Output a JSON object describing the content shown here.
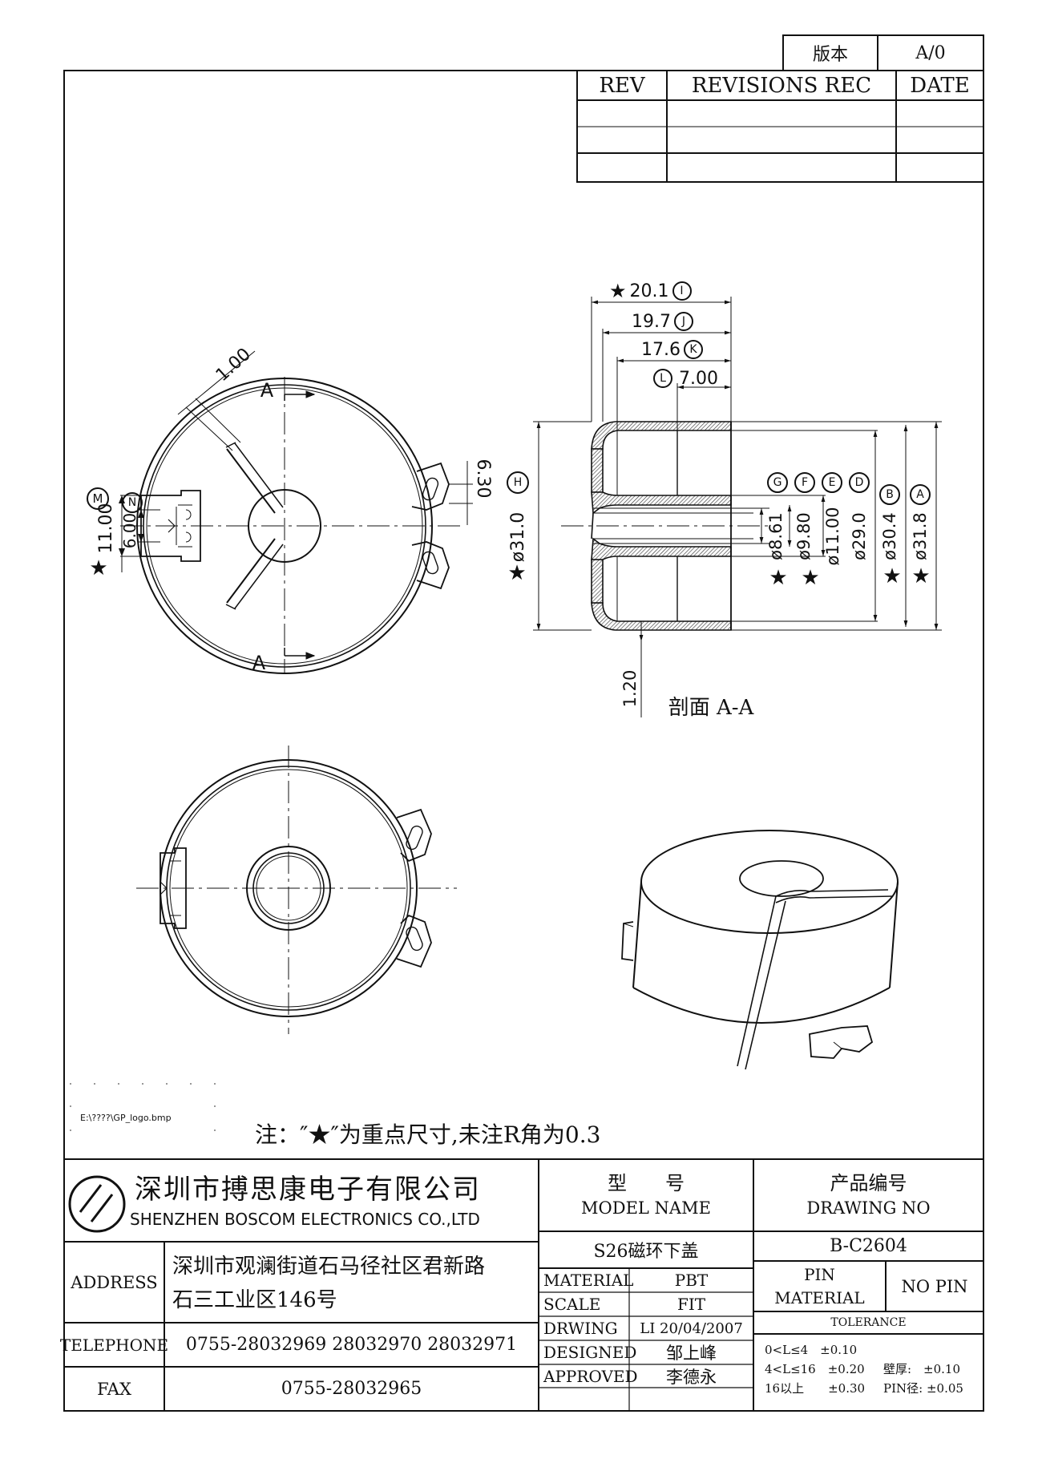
{
  "version_box": {
    "label": "版本",
    "value": "A/0"
  },
  "revision_table": {
    "headers": [
      "REV",
      "REVISIONS REC",
      "DATE"
    ],
    "rows": [
      [
        "",
        "",
        ""
      ],
      [
        "",
        "",
        ""
      ]
    ]
  },
  "top_view": {
    "section_mark_top": "A",
    "section_mark_bottom": "A",
    "dim_wall": "1.00",
    "dim_tab": "6.30",
    "dim_M_value": "11.00",
    "dim_N_value": "6.00",
    "label_M": "M",
    "label_N": "N"
  },
  "section_view": {
    "dim_I": "20.1",
    "label_I": "I",
    "dim_J": "19.7",
    "label_J": "J",
    "dim_K": "17.6",
    "label_K": "K",
    "dim_L": "7.00",
    "label_L": "L",
    "dim_H": "ø31.0",
    "label_H": "H",
    "dim_G": "ø8.61",
    "label_G": "G",
    "dim_F": "ø9.80",
    "label_F": "F",
    "dim_E": "ø11.00",
    "label_E": "E",
    "dim_D": "ø29.0",
    "label_D": "D",
    "dim_B": "ø30.4",
    "label_B": "B",
    "dim_A": "ø31.8",
    "label_A": "A",
    "dim_thickness": "1.20",
    "caption": "剖面 A-A"
  },
  "star": "★",
  "file_ref": "E:\\????\\GP_logo.bmp",
  "note": "注：″★″为重点尺寸,未注R角为0.3",
  "title_block": {
    "company_cn": "深圳市搏思康电子有限公司",
    "company_en": "SHENZHEN BOSCOM ELECTRONICS CO.,LTD",
    "model_label_cn": "型　　号",
    "model_label_en": "MODEL NAME",
    "model_value": "S26磁环下盖",
    "drawing_label_cn": "产品编号",
    "drawing_label_en": "DRAWING NO",
    "drawing_value": "B-C2604",
    "address_label": "ADDRESS",
    "address_line1": "深圳市观澜街道石马径社区君新路",
    "address_line2": "石三工业区146号",
    "telephone_label": "TELEPHONE",
    "telephone_value": "0755-28032969 28032970 28032971",
    "fax_label": "FAX",
    "fax_value": "0755-28032965",
    "material_label": "MATERIAL",
    "material_value": "PBT",
    "scale_label": "SCALE",
    "scale_value": "FIT",
    "drwing_label": "DRWING",
    "drwing_value": "LI 20/04/2007",
    "designed_label": "DESIGNED",
    "designed_value": "邹上峰",
    "approved_label": "APPROVED",
    "approved_value": "李德永",
    "pin_material_label_1": "PIN",
    "pin_material_label_2": "MATERIAL",
    "pin_material_value": "NO PIN",
    "tolerance_label": "TOLERANCE",
    "tol_row1": "0<L≤4　±0.10",
    "tol_row2": "4<L≤16　±0.20",
    "tol_row3": "16以上　　±0.30",
    "wall_label": "壁厚:　±0.10",
    "pin_dia_label": "PIN径: ±0.05"
  }
}
